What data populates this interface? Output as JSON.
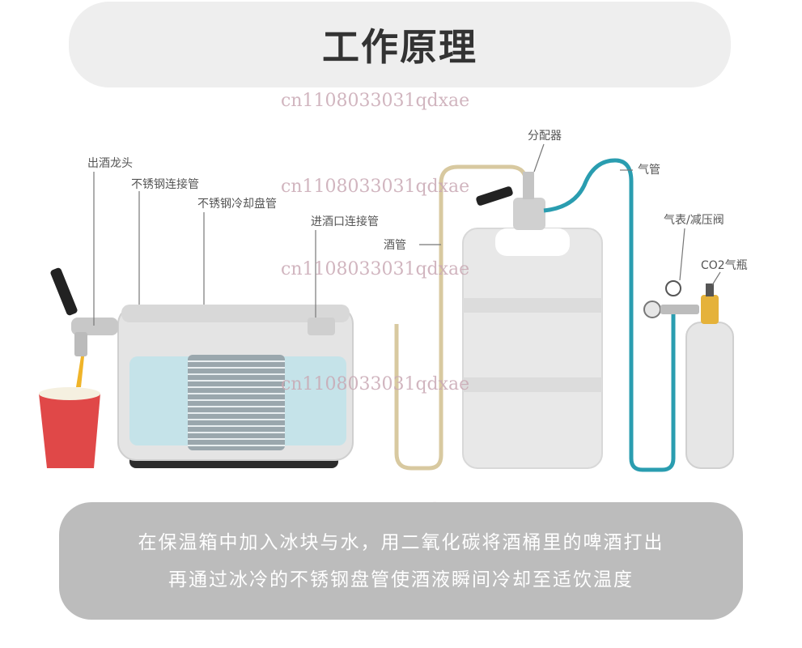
{
  "title": "工作原理",
  "watermark": "cn1108033031qdxae",
  "labels": {
    "tap": "出酒龙头",
    "steel_pipe": "不锈钢连接管",
    "cooling_coil": "不锈钢冷却盘管",
    "inlet": "进酒口连接管",
    "beer_line": "酒管",
    "distributor": "分配器",
    "gas_line": "气管",
    "regulator": "气表/减压阀",
    "co2": "CO2气瓶"
  },
  "caption": {
    "line1": "在保温箱中加入冰块与水，用二氧化碳将酒桶里的啤酒打出",
    "line2": "再通过冰冷的不锈钢盘管使酒液瞬间冷却至适饮温度"
  },
  "colors": {
    "water": "#bfe3ea",
    "gas_tube": "#2a9db0",
    "beer_tube": "#d8c9a0",
    "cup": "#e04848",
    "beer": "#f0b429"
  }
}
